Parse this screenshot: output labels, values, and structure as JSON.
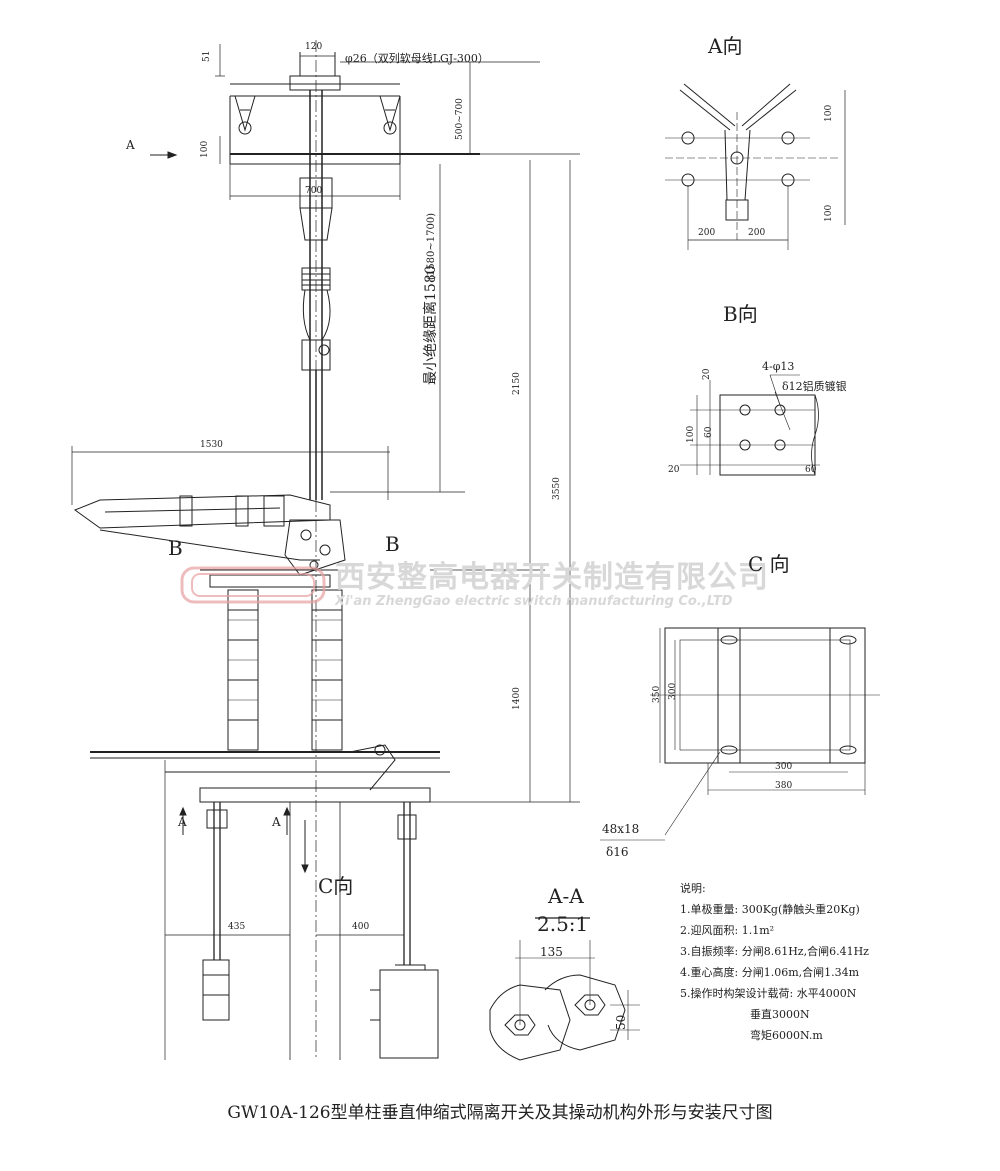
{
  "title": "GW10A-126型单柱垂直伸缩式隔离开关及其操动机构外形与安装尺寸图",
  "watermark": {
    "cn": "西安整高电器开关制造有限公司",
    "en": "Xi'an ZhengGao electric switch manufacturing Co.,LTD"
  },
  "views": {
    "a_view": "A向",
    "b_view": "B向",
    "c_view_main": "C向",
    "c_view_detail": "C 向",
    "aa_section": "A-A",
    "aa_scale": "2.5:1",
    "marker_a": "A",
    "marker_b": "B"
  },
  "main_dims": {
    "d120": "120",
    "d51": "51",
    "d100_top": "100",
    "d500_700": "500~700",
    "d700": "700",
    "phi26": "φ26（双列软母线LGJ-300）",
    "gap_label": "最小绝缘距离1580",
    "gap_range": "(1580~1700)",
    "d1530": "1530",
    "d2150": "2150",
    "d3550": "3550",
    "d1400": "1400",
    "d435": "435",
    "d400": "400"
  },
  "a_view_dims": {
    "d100_a": "100",
    "d100_b": "100",
    "d200_a": "200",
    "d200_b": "200"
  },
  "b_view_dims": {
    "holes": "4-φ13",
    "plate": "δ12铝质镀银",
    "d20_top": "20",
    "d100": "100",
    "d60_v": "60",
    "d20_bot": "20",
    "d60_h": "60"
  },
  "c_view_dims": {
    "d350": "350",
    "d300_v": "300",
    "d300_h": "300",
    "d380": "380",
    "slot": "48x18",
    "thk": "δ16"
  },
  "aa_dims": {
    "d135": "135",
    "d50": "50"
  },
  "notes": {
    "heading": "说明:",
    "items": [
      "1.单极重量: 300Kg(静触头重20Kg)",
      "2.迎风面积: 1.1m²",
      "3.自振频率: 分闸8.61Hz,合闸6.41Hz",
      "4.重心高度: 分闸1.06m,合闸1.34m",
      "5.操作时构架设计载荷: 水平4000N",
      "垂直3000N",
      "弯矩6000N.m"
    ]
  },
  "colors": {
    "line": "#222222",
    "watermark": "#d6d6d6",
    "logo": "#e8a0a0"
  }
}
